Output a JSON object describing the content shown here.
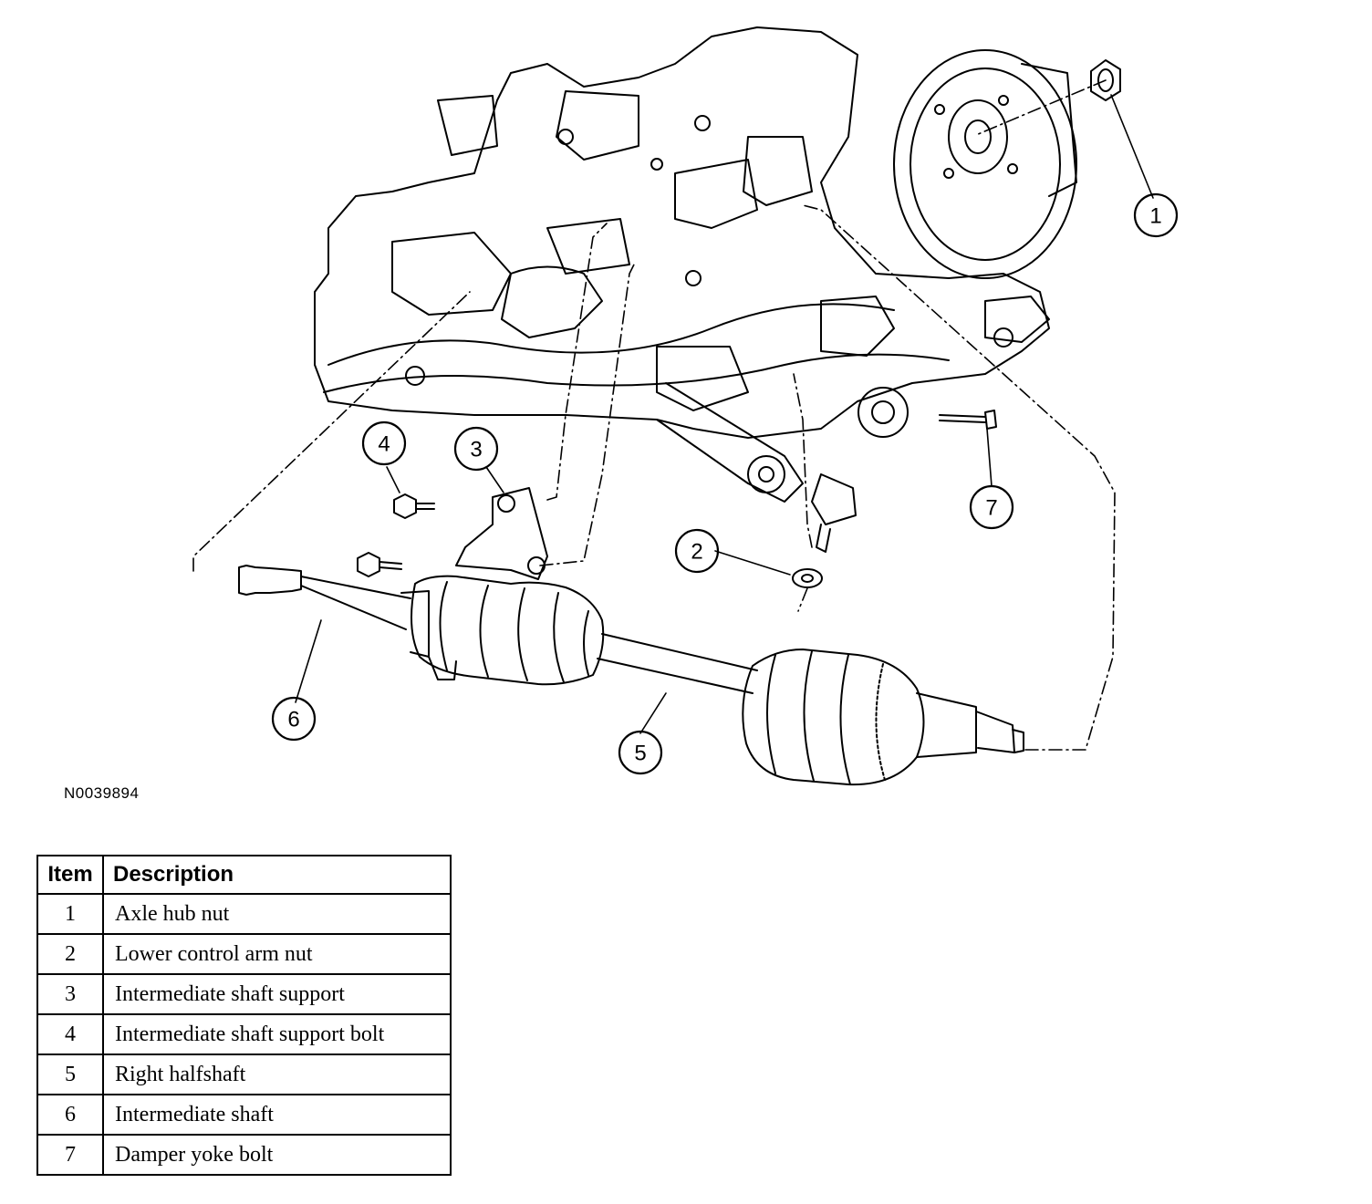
{
  "figure_id": "N0039894",
  "callouts": [
    "1",
    "2",
    "3",
    "4",
    "5",
    "6",
    "7"
  ],
  "legend": {
    "headers": {
      "item": "Item",
      "description": "Description"
    },
    "rows": [
      {
        "item": "1",
        "description": "Axle hub nut"
      },
      {
        "item": "2",
        "description": "Lower control arm nut"
      },
      {
        "item": "3",
        "description": "Intermediate shaft support"
      },
      {
        "item": "4",
        "description": "Intermediate shaft support bolt"
      },
      {
        "item": "5",
        "description": "Right halfshaft"
      },
      {
        "item": "6",
        "description": "Intermediate shaft"
      },
      {
        "item": "7",
        "description": "Damper yoke bolt"
      }
    ]
  }
}
